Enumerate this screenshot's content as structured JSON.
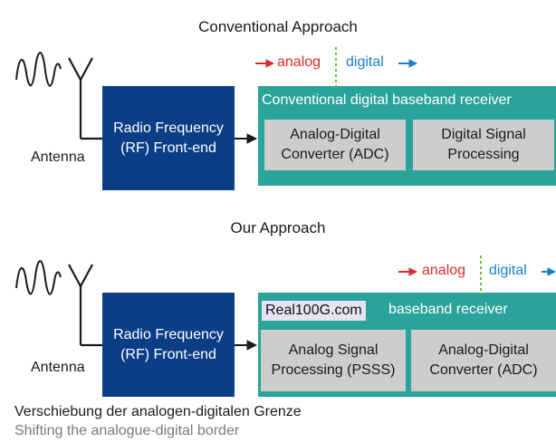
{
  "top": {
    "title": "Conventional Approach",
    "analog_label": "analog",
    "digital_label": "digital",
    "antenna_label": "Antenna",
    "rf_label_line1": "Radio Frequency",
    "rf_label_line2": "(RF) Front-end",
    "receiver_title": "Conventional digital baseband receiver",
    "box1_line1": "Analog-Digital",
    "box1_line2": "Converter (ADC)",
    "box2_line1": "Digital Signal",
    "box2_line2": "Processing"
  },
  "bottom": {
    "title": "Our Approach",
    "analog_label": "analog",
    "digital_label": "digital",
    "antenna_label": "Antenna",
    "rf_label_line1": "Radio Frequency",
    "rf_label_line2": "(RF) Front-end",
    "logo_text": "Real100G.com",
    "receiver_title": "baseband receiver",
    "box1_line1": "Analog Signal",
    "box1_line2": "Processing (PSSS)",
    "box2_line1": "Analog-Digital",
    "box2_line2": "Converter (ADC)"
  },
  "caption": {
    "german": "Verschiebung der analogen-digitalen Grenze",
    "english": "Shifting the analogue-digital border"
  },
  "colors": {
    "rf_box": "#0b3e87",
    "receiver": "#2aa39a",
    "inner_box": "#cdcdcd",
    "analog": "#d92b2b",
    "digital": "#1a7ec8"
  }
}
